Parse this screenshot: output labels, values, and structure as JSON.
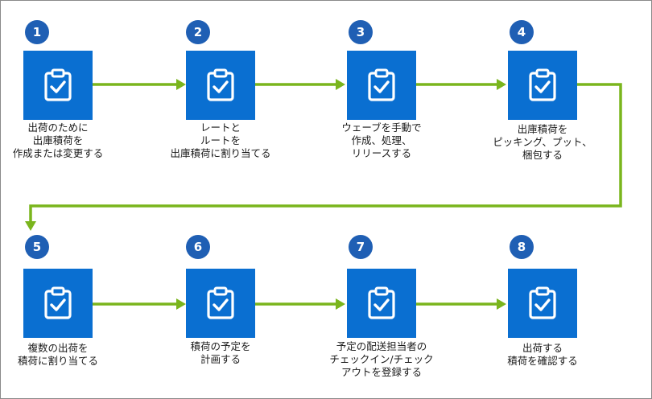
{
  "colors": {
    "tile": "#0a6fd1",
    "badge": "#1f5fb4",
    "arrow": "#7ab51d",
    "text": "#1a1a1a"
  },
  "steps": [
    {
      "number": "1",
      "icon": "clipboard-check-icon",
      "lines": [
        "出荷のために",
        "出庫積荷を",
        "作成または変更する"
      ]
    },
    {
      "number": "2",
      "icon": "clipboard-check-icon",
      "lines": [
        "レートと",
        "ルートを",
        "出庫積荷に割り当てる"
      ]
    },
    {
      "number": "3",
      "icon": "clipboard-check-icon",
      "lines": [
        "ウェーブを手動で",
        "作成、処理、",
        "リリースする"
      ]
    },
    {
      "number": "4",
      "icon": "clipboard-check-icon",
      "lines": [
        "出庫積荷を",
        "ピッキング、プット、",
        "梱包する"
      ]
    },
    {
      "number": "5",
      "icon": "clipboard-check-icon",
      "lines": [
        "複数の出荷を",
        "積荷に割り当てる"
      ]
    },
    {
      "number": "6",
      "icon": "clipboard-check-icon",
      "lines": [
        "積荷の予定を",
        "計画する"
      ]
    },
    {
      "number": "7",
      "icon": "clipboard-check-icon",
      "lines": [
        "予定の配送担当者の",
        "チェックイン/チェック",
        "アウトを登録する"
      ]
    },
    {
      "number": "8",
      "icon": "clipboard-check-icon",
      "lines": [
        "出荷する",
        "積荷を確認する"
      ]
    }
  ]
}
